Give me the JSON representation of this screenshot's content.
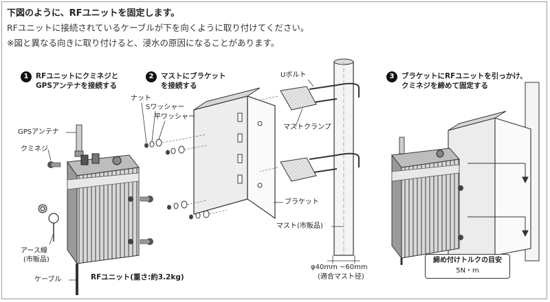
{
  "header": {
    "title": "下図のように、RFユニットを固定します。",
    "line1": "RFユニットに接続されているケーブルが下を向くように取り付けてください。",
    "line2": "※図と異なる向きに取り付けると、浸水の原因になることがあります。"
  },
  "steps": [
    {
      "num": "1",
      "line1": "RFユニットにクミネジと",
      "line2": "GPSアンテナを接続する"
    },
    {
      "num": "2",
      "line1": "マストにブラケット",
      "line2": "を接続する"
    },
    {
      "num": "3",
      "line1": "ブラケットにRFユニットを引っかけ、",
      "line2": "クミネジを締めて固定する"
    }
  ],
  "labels": {
    "gps_antenna": "GPSアンテナ",
    "kumineji": "クミネジ",
    "earth_wire_1": "アース線",
    "earth_wire_2": "(市販品)",
    "cable": "ケーブル",
    "rf_unit": "RFユニット(重さ:約3.2kg)",
    "nut": "ナット",
    "s_washer": "Sワッシャー",
    "flat_washer": "平ワッシャー",
    "u_bolt": "Uボルト",
    "mast_clamp": "マストクランプ",
    "bracket": "ブラケット",
    "mast": "マスト(市販品)",
    "mast_size_1": "φ40mm ~60mm",
    "mast_size_2": "(適合マスト径)"
  },
  "torque": {
    "title": "締め付けトルクの目安",
    "value": "5N・m"
  }
}
